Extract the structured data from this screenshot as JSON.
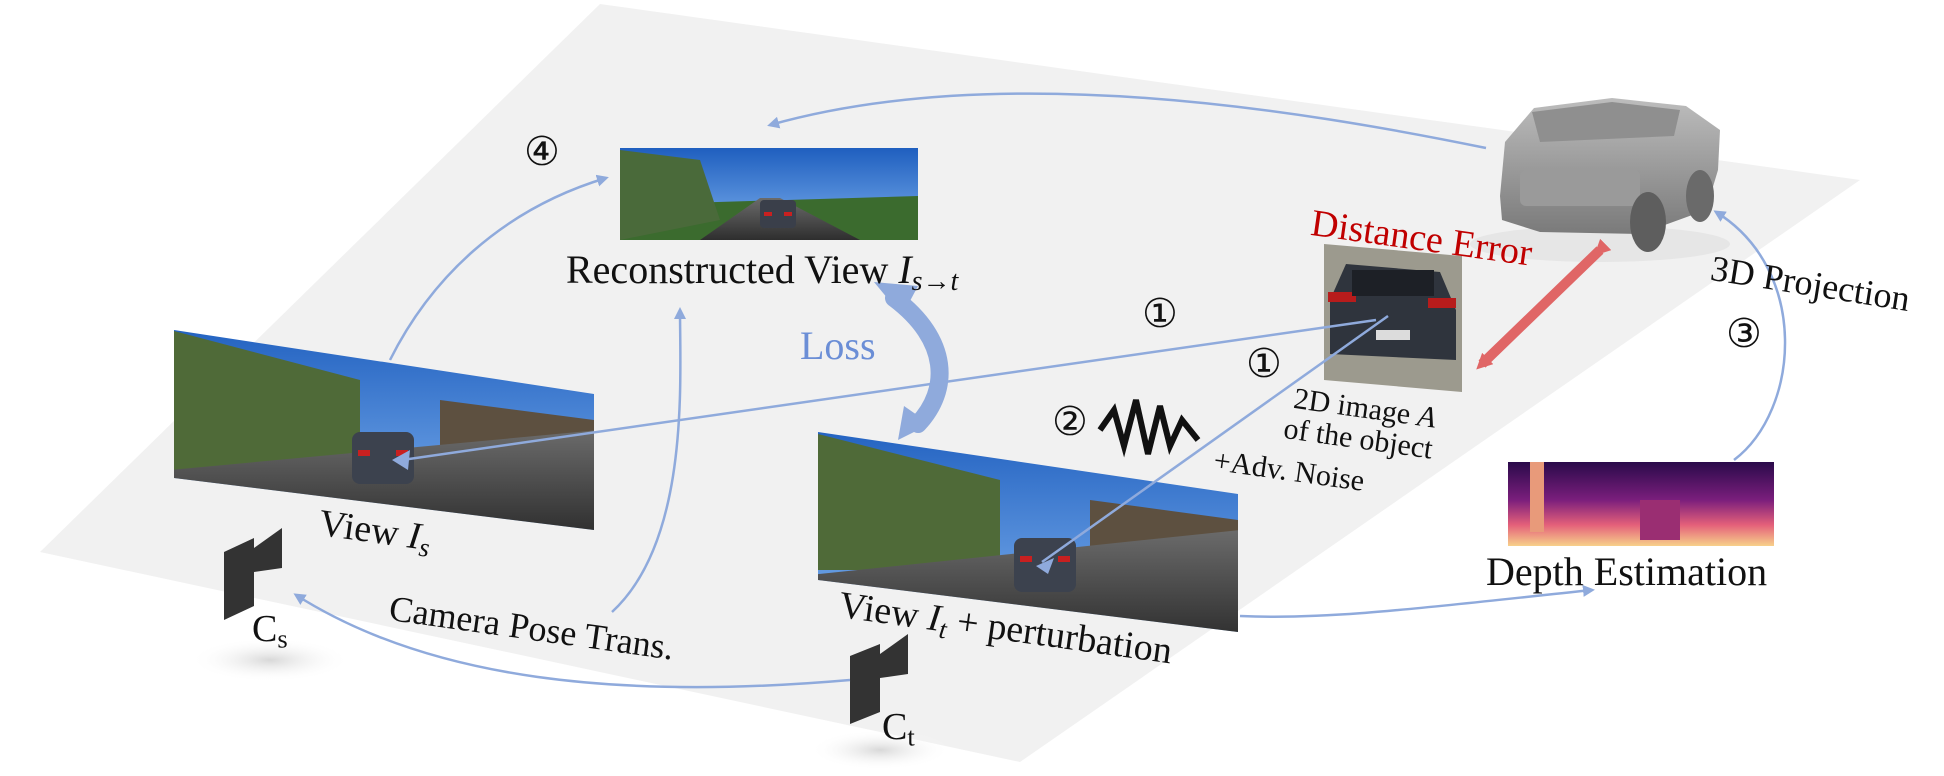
{
  "labels": {
    "reconstructed_view": "Reconstructed View",
    "reconstructed_symbol": "I",
    "reconstructed_sub": "s→t",
    "loss": "Loss",
    "view_s_prefix": "View",
    "view_s_symbol": "I",
    "view_s_sub": "s",
    "view_t_prefix": "View",
    "view_t_symbol": "I",
    "view_t_sub": "t",
    "view_t_suffix": "+ perturbation",
    "distance_error": "Distance Error",
    "image_a_line1_prefix": "2D  image",
    "image_a_symbol": "A",
    "image_a_line2": "of the object",
    "adv_noise": "+Adv. Noise",
    "projection_3d": "3D Projection",
    "depth_estimation": "Depth Estimation",
    "camera_pose": "Camera Pose Trans.",
    "cam_s": "C",
    "cam_s_sub": "s",
    "cam_t": "C",
    "cam_t_sub": "t"
  },
  "step_markers": {
    "step1_upper": "①",
    "step1_lower": "①",
    "step2": "②",
    "step3": "③",
    "step4": "④"
  },
  "colors": {
    "arrow": "#8faadc",
    "loss_text": "#6b8ed6",
    "distance_error": "#c00000",
    "distance_arrow": "#e06666",
    "plane": "#f1f1f1"
  }
}
